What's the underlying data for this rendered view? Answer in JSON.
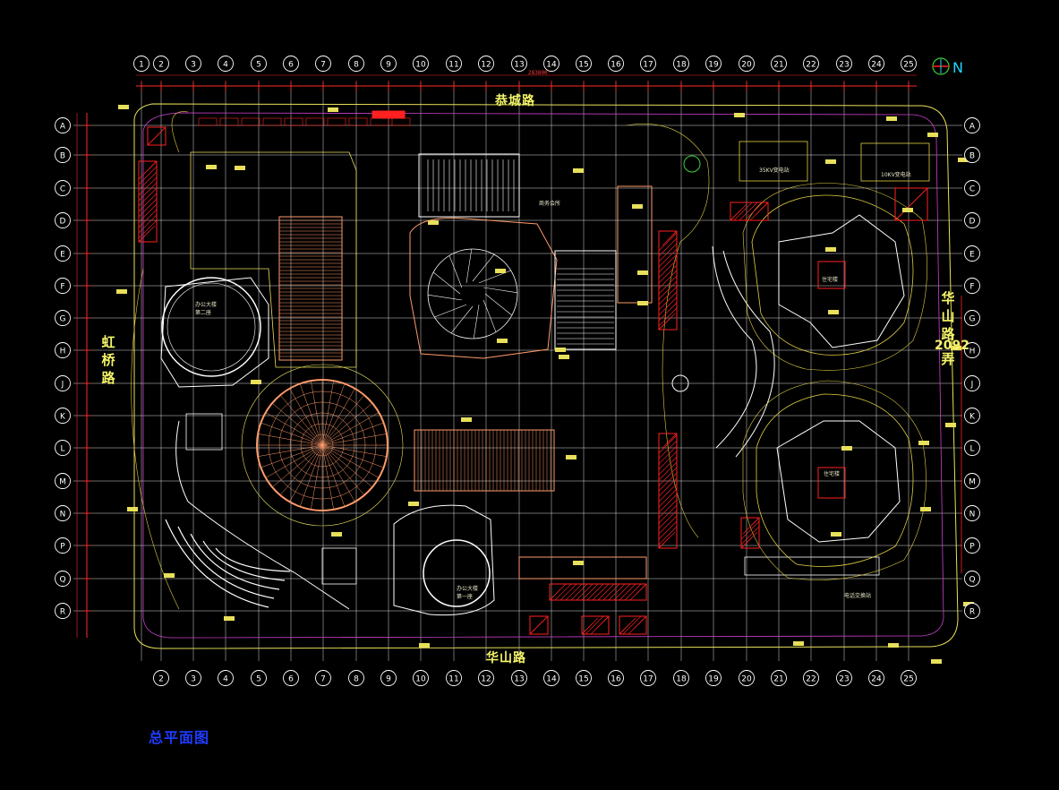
{
  "drawing": {
    "title": "总平面图",
    "north_label": "N",
    "total_dim": "283800"
  },
  "grid": {
    "columns": [
      "1",
      "2",
      "3",
      "4",
      "5",
      "6",
      "7",
      "8",
      "9",
      "10",
      "11",
      "12",
      "13",
      "14",
      "15",
      "16",
      "17",
      "18",
      "19",
      "20",
      "21",
      "22",
      "23",
      "24",
      "25"
    ],
    "rows": [
      "A",
      "B",
      "C",
      "D",
      "E",
      "F",
      "G",
      "H",
      "J",
      "K",
      "L",
      "M",
      "N",
      "P",
      "Q",
      "R"
    ]
  },
  "roads": {
    "north": "恭城路",
    "south": "华山路",
    "west": [
      "虹",
      "桥",
      "路"
    ],
    "east": [
      "华",
      "山",
      "路"
    ],
    "east_number": "2092",
    "east_suffix": "弄"
  },
  "labels": {
    "office_tower_2": [
      "办公大楼",
      "第二座"
    ],
    "office_tower_1": [
      "办公大楼",
      "第一座"
    ],
    "residential_1": "住宅楼",
    "residential_2": "住宅楼",
    "substation_1": "35KV变电站",
    "substation_2": "10KV变电站",
    "phone_exchange": "电话交换站",
    "commercial": "商务会所"
  },
  "colors": {
    "grid": "#ffffff",
    "bubble": "#ffffff",
    "dim": "#ff2a2a",
    "site_yellow": "#e8e05a",
    "building_orange": "#ff9a6a",
    "building_white": "#ffffff",
    "hatch_red": "#ff2020",
    "landscape_yellow": "#e0d040",
    "magenta": "#d040d0",
    "cyan": "#21d6ff",
    "title_blue": "#1f3cff"
  }
}
